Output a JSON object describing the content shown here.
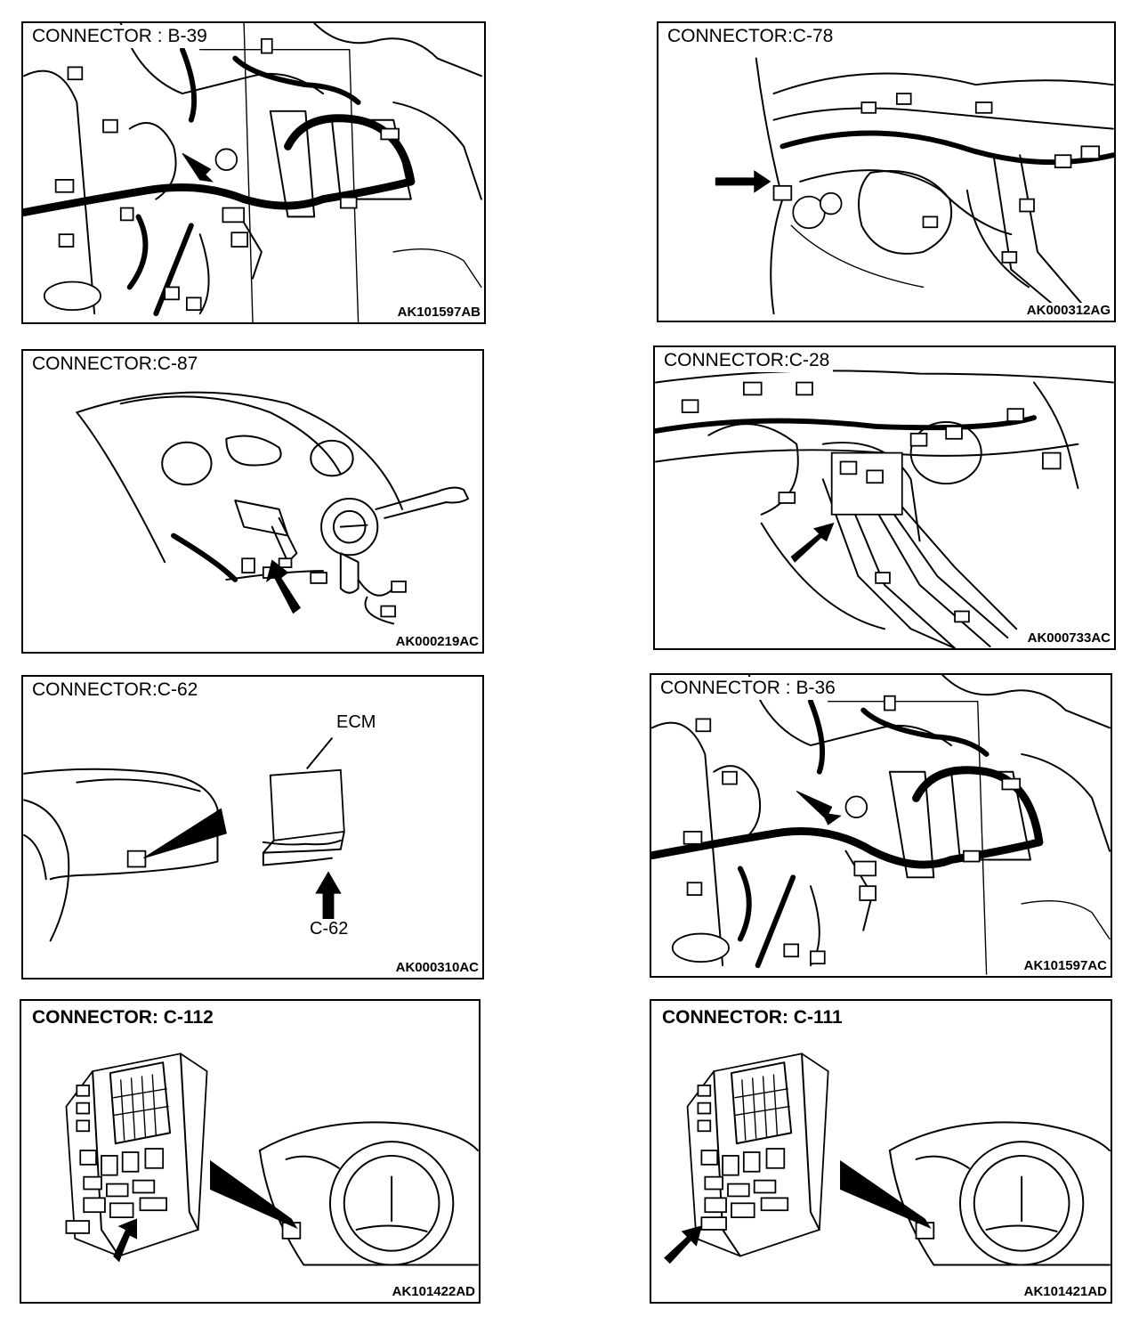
{
  "panels": [
    {
      "title": "CONNECTOR : B-39",
      "code": "AK101597AB"
    },
    {
      "title": "CONNECTOR:C-78",
      "code": "AK000312AG"
    },
    {
      "title": "CONNECTOR:C-87",
      "code": "AK000219AC"
    },
    {
      "title": "CONNECTOR:C-28",
      "code": "AK000733AC"
    },
    {
      "title": "CONNECTOR:C-62",
      "code": "AK000310AC",
      "labels": {
        "ecm": "ECM",
        "connector": "C-62"
      }
    },
    {
      "title": "CONNECTOR : B-36",
      "code": "AK101597AC"
    },
    {
      "title": "CONNECTOR: C-112",
      "code": "AK101422AD"
    },
    {
      "title": "CONNECTOR: C-111",
      "code": "AK101421AD"
    }
  ]
}
